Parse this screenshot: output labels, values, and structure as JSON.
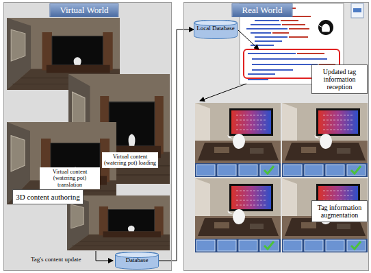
{
  "diagram": {
    "nodes": [
      {
        "text": [
          "Virtual World"
        ]
      },
      {
        "text": [
          "Real World"
        ]
      },
      {
        "text": [
          "Virtual content (watering pot) loading"
        ],
        "in": 0
      },
      {
        "text": [
          "Virtual content (watering pot) translation"
        ],
        "in": 0
      },
      {
        "text": [
          "3D content authoring"
        ],
        "in": 0
      },
      {
        "text": [
          "Database"
        ],
        "in": 0
      },
      {
        "text": [
          "Local Database"
        ],
        "in": 1
      },
      {
        "text": [
          "Updated tag information reception"
        ],
        "in": 1
      },
      {
        "text": [
          "Tag information augmentation"
        ],
        "in": 1
      }
    ],
    "edges": [
      {
        "from": 5,
        "to": 6,
        "arrow": "to"
      }
    ],
    "labels": [
      "Tag's content update"
    ]
  }
}
